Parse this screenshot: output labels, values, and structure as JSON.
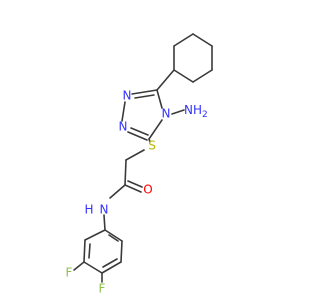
{
  "molecule": {
    "atoms": {
      "n1": "N",
      "n2": "N",
      "n4": "N",
      "nh2": "NH2",
      "s": "S",
      "amide_nh": "H",
      "amide_n": "N",
      "o": "O",
      "f3": "F",
      "f4": "F"
    }
  },
  "colors": {
    "bond": "#3a3a3a",
    "nitrogen": "#3333ff",
    "oxygen": "#ff0000",
    "sulfur": "#b8b800",
    "fluorine": "#8fc24a"
  }
}
